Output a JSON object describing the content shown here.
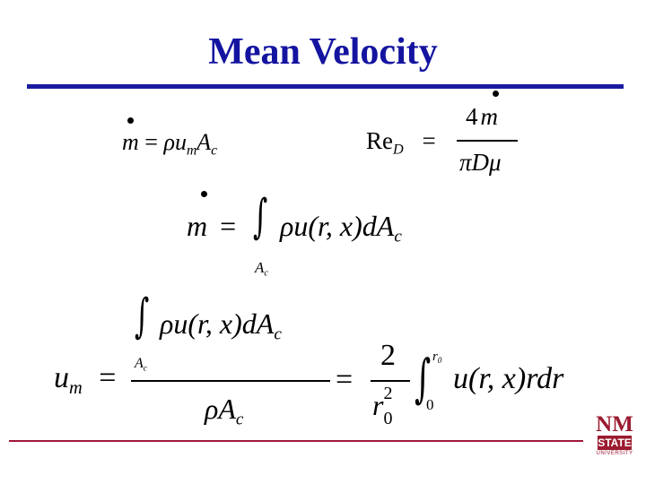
{
  "slide": {
    "title": "Mean Velocity"
  },
  "equations": {
    "mass_flow_simple": {
      "m": "m",
      "eq": "=",
      "rho": "ρ",
      "u": "u",
      "u_sub": "m",
      "A": "A",
      "A_sub": "c"
    },
    "reynolds": {
      "Re": "Re",
      "Re_sub": "D",
      "eq": "=",
      "num_coef": "4",
      "num_var": "m",
      "den": "πDμ"
    },
    "mass_flow_integral": {
      "m": "m",
      "eq": "=",
      "integral": "∫",
      "body": "ρu(r, x)dA",
      "body_sub": "c",
      "limit": "A",
      "limit_sub": "c"
    },
    "mean_velocity": {
      "lhs": "u",
      "lhs_sub": "m",
      "eq1": "=",
      "num_integral": "∫",
      "num_body": "ρu(r, x)dA",
      "num_body_sub": "c",
      "num_limit": "A",
      "num_limit_sub": "c",
      "den": "ρA",
      "den_sub": "c",
      "eq2": "=",
      "coef_num": "2",
      "coef_den": "r",
      "coef_den_sub": "0",
      "coef_den_sup": "2",
      "integral2": "∫",
      "upper_limit": "r",
      "upper_limit_sub": "0",
      "lower_limit": "0",
      "integrand": "u(r, x)rdr"
    }
  },
  "logo": {
    "line1": "NM",
    "line2": "STATE",
    "line3": "UNIVERSITY"
  },
  "colors": {
    "title": "#1414a0",
    "top_rule": "#1a1aa0",
    "bottom_rule": "#a0183a",
    "logo": "#9b1b30"
  }
}
